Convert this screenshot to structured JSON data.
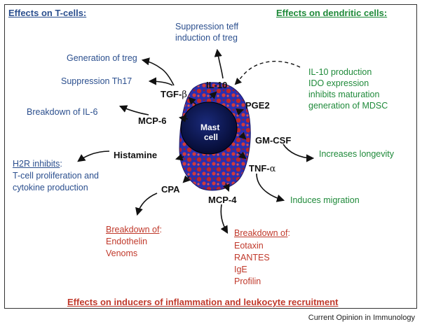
{
  "headers": {
    "tcells": "Effects on T-cells:",
    "dc": "Effects on dendritic cells:",
    "bottom": "Effects on inducers of inflammation and leukocyte recruitment"
  },
  "center": {
    "line1": "Mast",
    "line2": "cell"
  },
  "mediators": {
    "il10": "IL-10",
    "tgf": "TGF-",
    "beta": "β",
    "pge2": "PGE2",
    "mcp6": "MCP-6",
    "gmcsf": "GM-CSF",
    "histamine": "Histamine",
    "tnf": "TNF-",
    "alpha": "α",
    "cpa": "CPA",
    "mcp4": "MCP-4"
  },
  "tcell_effects": {
    "supp1": "Suppression teff",
    "supp2": "induction of treg",
    "gen_treg": "Generation of treg",
    "supp_th17": "Suppression Th17",
    "il6": "Breakdown of IL-6",
    "h2r": "H2R inhibits",
    "h2r_colon": ":",
    "prolif1": "T-cell proliferation and",
    "prolif2": "cytokine production"
  },
  "dc_effects": {
    "l1": "IL-10 production",
    "l2": "IDO expression",
    "l3": "inhibits maturation",
    "l4": "generation of MDSC",
    "longevity": "Increases longevity",
    "migration": "Induces migration"
  },
  "inducer_effects": {
    "cpa_head": "Breakdown of",
    "cpa_items": [
      "Endothelin",
      "Venoms"
    ],
    "mcp4_head": "Breakdown of",
    "mcp4_items": [
      "Eotaxin",
      "RANTES",
      "IgE",
      "Profilin"
    ]
  },
  "credit": "Current Opinion in Immunology",
  "colors": {
    "tcell": "#2b4f8e",
    "dc": "#1f8a3a",
    "inducer": "#c0392b",
    "cell_blue": "#2a2fb0",
    "granule_red": "#c0262a",
    "nucleus": "#0b1a5c"
  }
}
